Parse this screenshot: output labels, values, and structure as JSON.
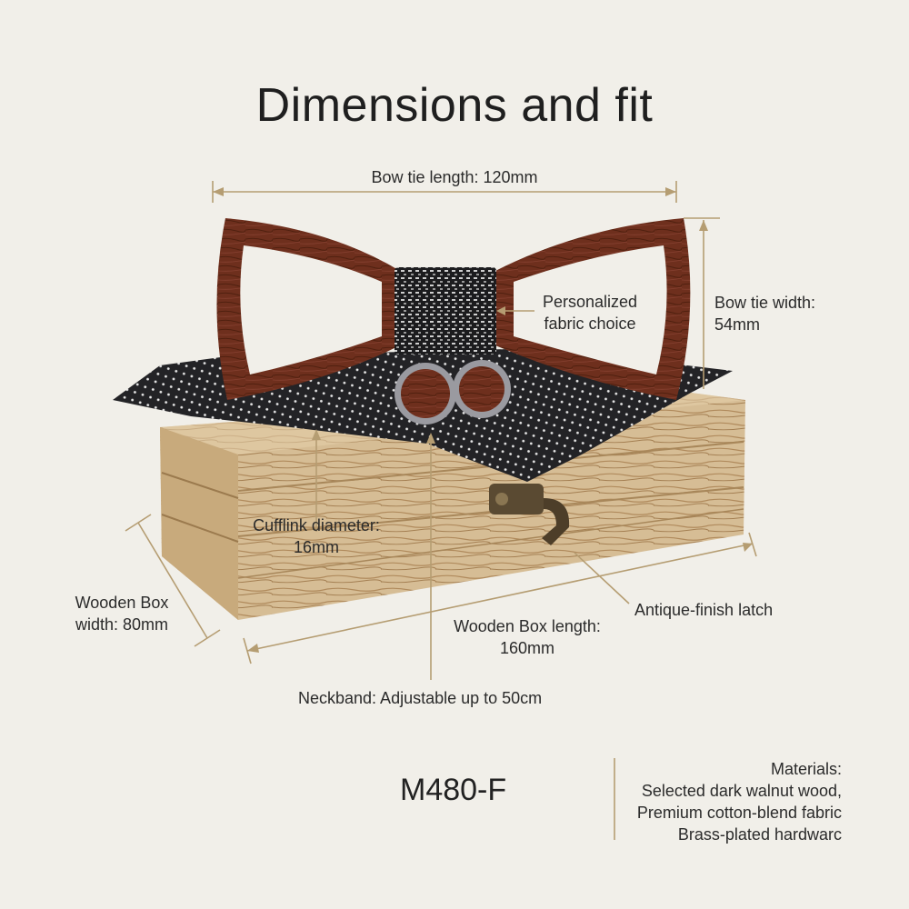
{
  "title": "Dimensions and fit",
  "labels": {
    "bow_tie_length": "Bow tie length: 120mm",
    "personalized_1": "Personalized",
    "personalized_2": "fabric choice",
    "bow_tie_width_1": "Bow tie width:",
    "bow_tie_width_2": "54mm",
    "cufflink_1": "Cufflink diameter:",
    "cufflink_2": "16mm",
    "box_width_1": "Wooden Box",
    "box_width_2": "width: 80mm",
    "latch": "Antique-finish latch",
    "box_length_1": "Wooden Box length:",
    "box_length_2": "160mm",
    "neckband": "Neckband: Adjustable up to 50cm"
  },
  "model": "M480-F",
  "materials": {
    "heading": "Materials:",
    "line1": "Selected dark walnut wood,",
    "line2": "Premium cotton-blend fabric",
    "line3": "Brass-plated hardwarc"
  },
  "colors": {
    "background": "#f1efe9",
    "annotation_line": "#b59d72",
    "walnut": "#6b2e1c",
    "box_wood": "#d8c09a",
    "fabric": "#2a2a2c"
  }
}
